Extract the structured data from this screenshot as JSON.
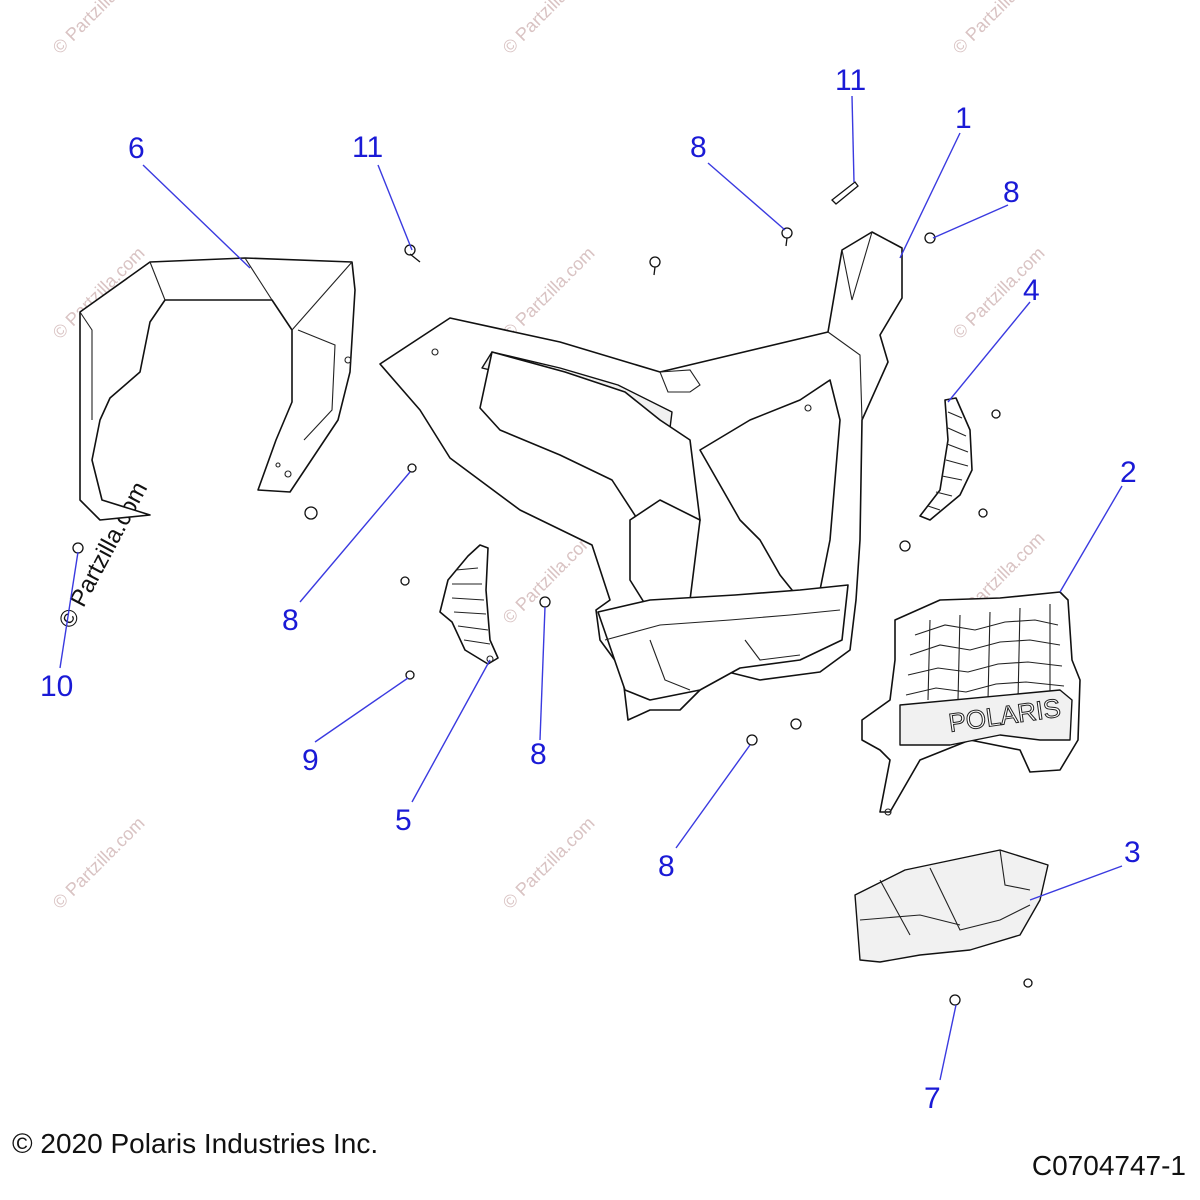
{
  "diagram": {
    "callouts": [
      "11",
      "11",
      "1",
      "8",
      "8",
      "6",
      "4",
      "2",
      "8",
      "10",
      "8",
      "9",
      "5",
      "8",
      "3",
      "7"
    ],
    "watermark_text": "© Partzilla.com",
    "copyright": "© 2020 Polaris Industries Inc.",
    "drawing_id": "C0704747-1",
    "grille_logo": "POLARIS",
    "colors": {
      "callout": "#1a1ad6",
      "line": "#111111",
      "watermark": "#d9c3c3"
    }
  }
}
